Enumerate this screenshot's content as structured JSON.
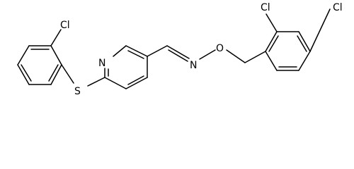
{
  "molecule": {
    "atoms": {
      "cl_left": "Cl",
      "s": "S",
      "n_pyridine": "N",
      "n_oxime": "N",
      "o": "O",
      "cl_ortho": "Cl",
      "cl_para": "Cl"
    }
  }
}
